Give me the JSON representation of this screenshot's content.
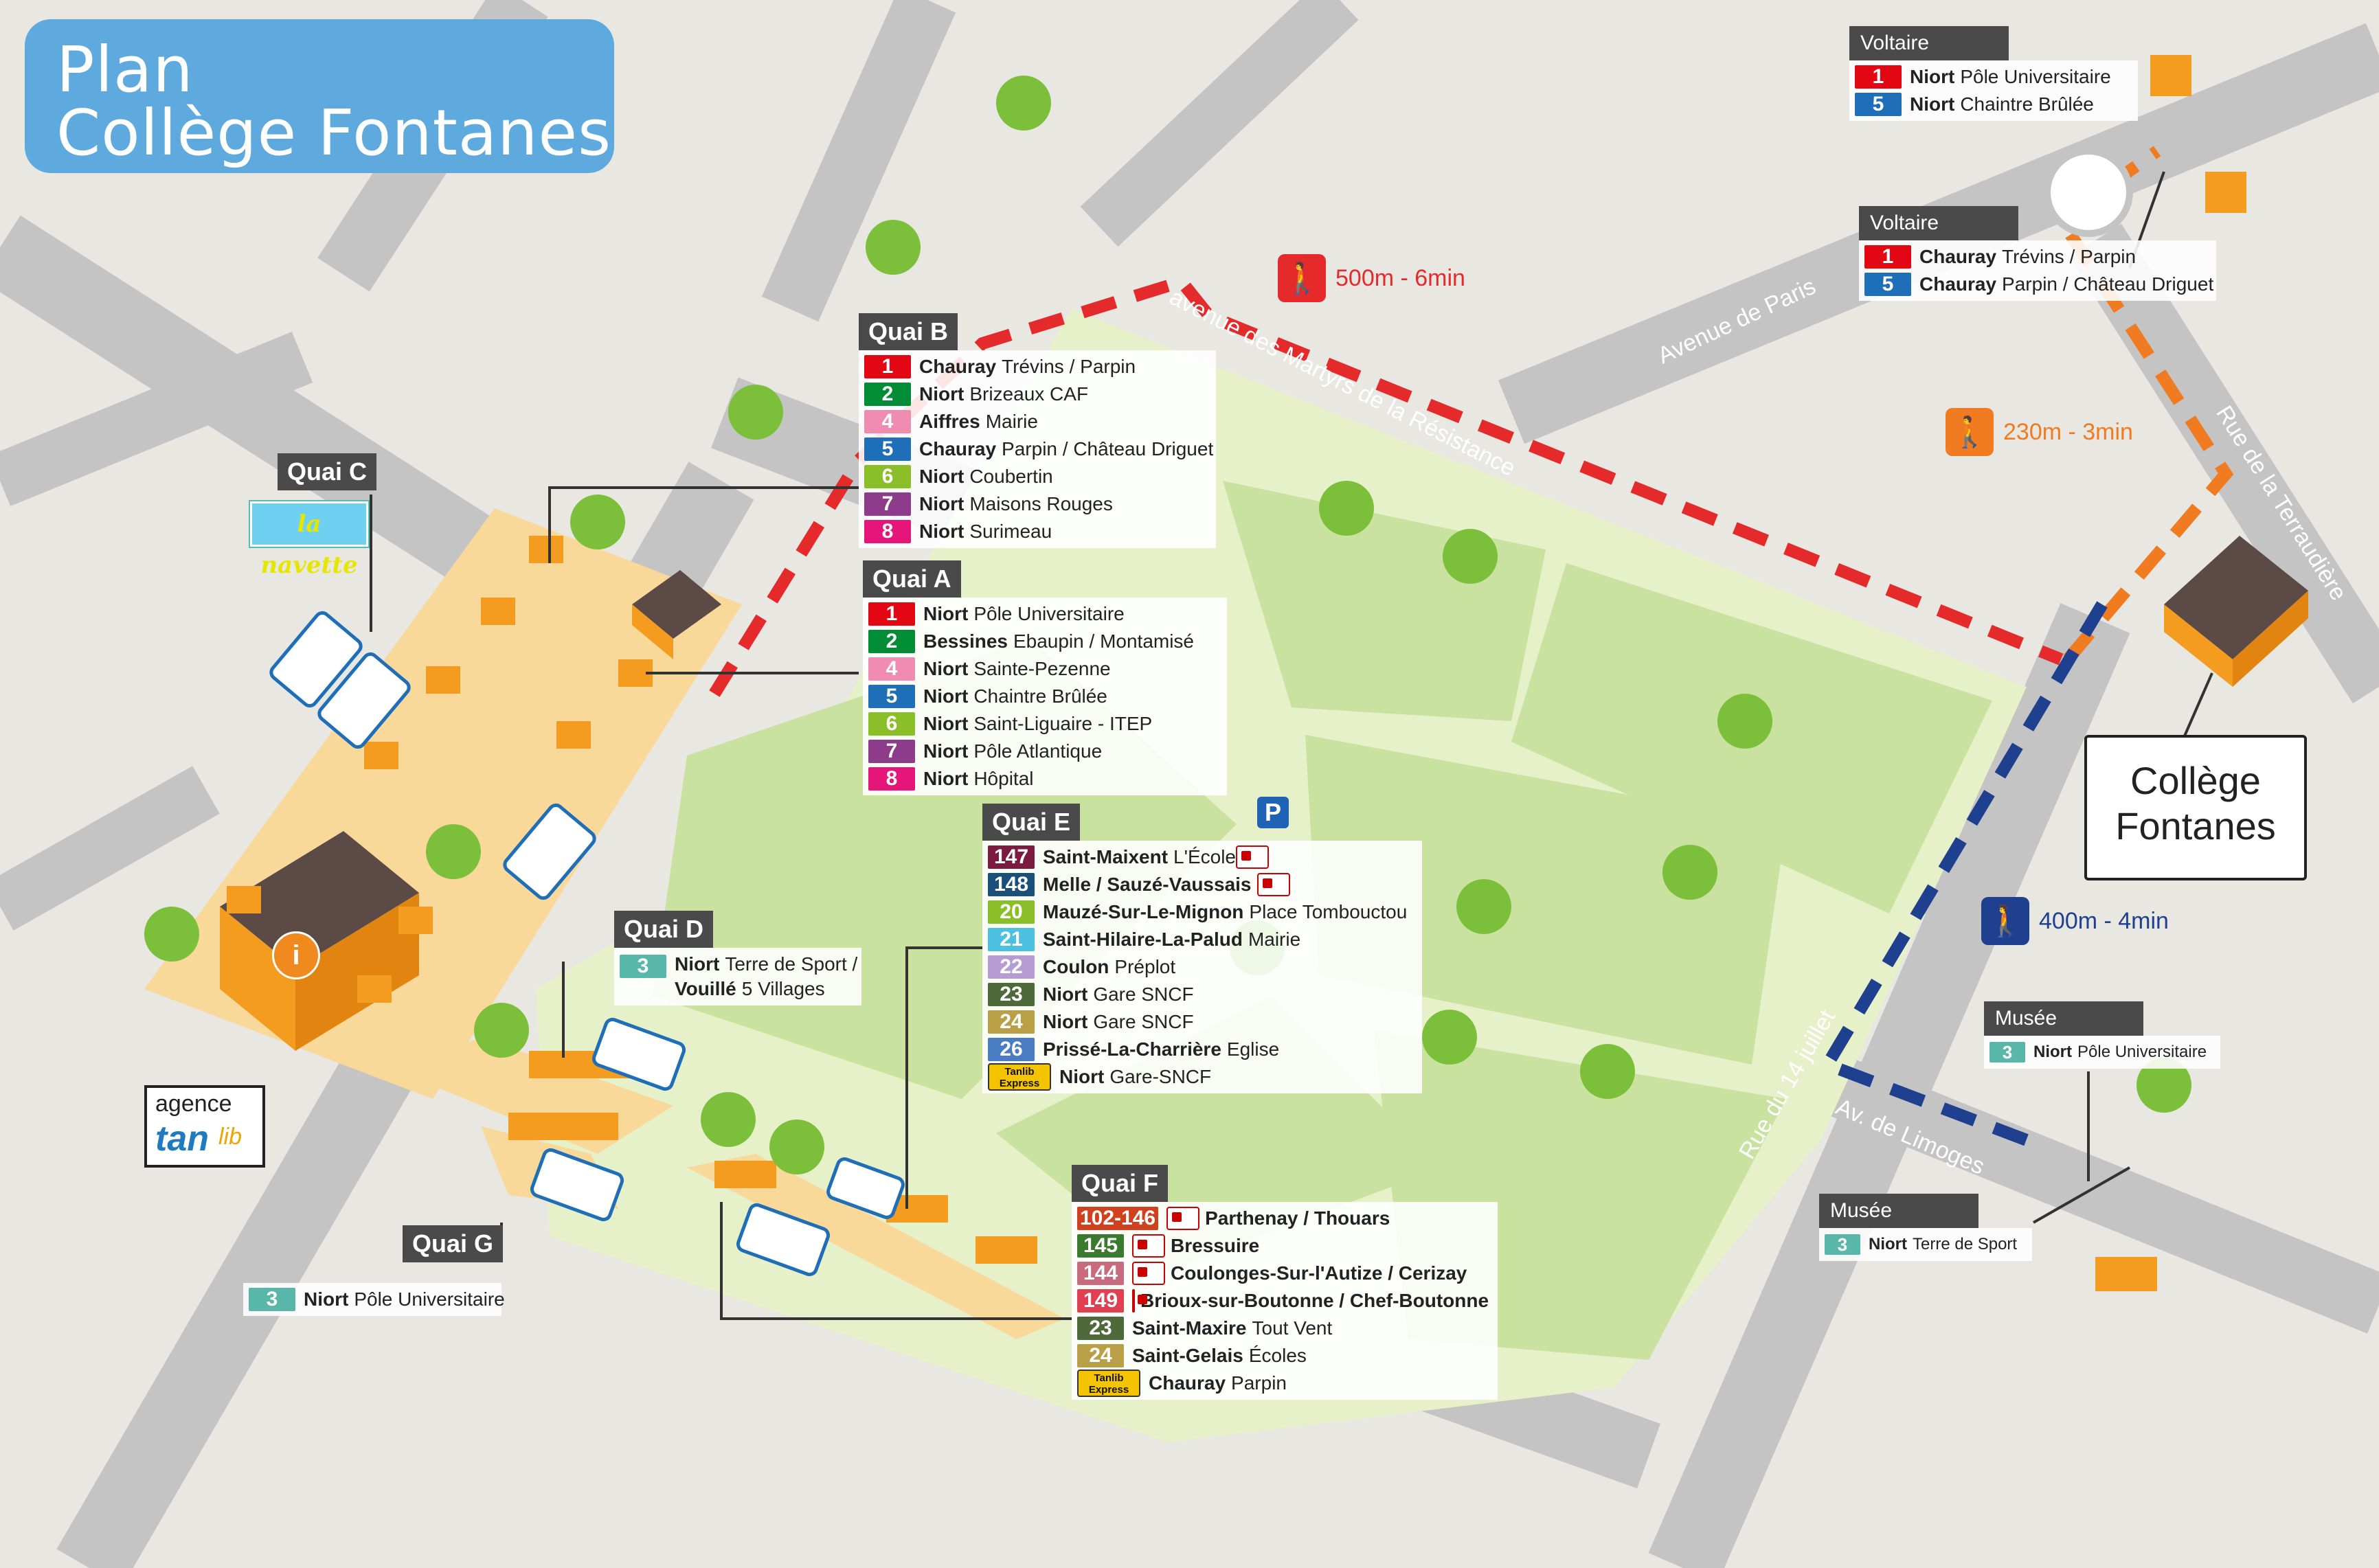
{
  "title": {
    "line1": "Plan",
    "line2": "Collège Fontanes"
  },
  "streets": {
    "martyrs": "avenue des Martyrs de la Résistance",
    "paris": "Avenue de Paris",
    "terraudiere": "Rue de la Terraudière",
    "juillet": "Rue du 14 juillet",
    "limoges": "Av. de Limoges"
  },
  "walks": [
    {
      "text": "500m - 6min",
      "color": "#e42a2a"
    },
    {
      "text": "230m - 3min",
      "color": "#f07b20"
    },
    {
      "text": "400m - 4min",
      "color": "#1f3f8f"
    }
  ],
  "colors": {
    "parc": "#c9e2a0",
    "parc_light": "#e6f0c9",
    "quai": "#f9d99a",
    "road": "#c4c4c4",
    "building_roof": "#5c4a46",
    "building_side": "#f39c1f",
    "shelter": "#f39c1f"
  },
  "navette": "la navette",
  "agence": {
    "line1": "agence",
    "line2": "tan",
    "line3": "lib"
  },
  "college": {
    "line1": "Collège",
    "line2": "Fontanes"
  },
  "parking": "P",
  "info": "i",
  "quai_b": {
    "name": "Quai B",
    "rows": [
      {
        "line": "1",
        "color": "#e30613",
        "city": "Chauray",
        "dest": "Trévins / Parpin"
      },
      {
        "line": "2",
        "color": "#008d36",
        "city": "Niort",
        "dest": "Brizeaux CAF"
      },
      {
        "line": "4",
        "color": "#f08cb0",
        "city": "Aiffres",
        "dest": "Mairie"
      },
      {
        "line": "5",
        "color": "#1f6fb8",
        "city": "Chauray",
        "dest": "Parpin / Château Driguet"
      },
      {
        "line": "6",
        "color": "#8bbf2a",
        "city": "Niort",
        "dest": "Coubertin"
      },
      {
        "line": "7",
        "color": "#8c3c8a",
        "city": "Niort",
        "dest": "Maisons Rouges"
      },
      {
        "line": "8",
        "color": "#e5157a",
        "city": "Niort",
        "dest": "Surimeau"
      }
    ]
  },
  "quai_a": {
    "name": "Quai A",
    "rows": [
      {
        "line": "1",
        "color": "#e30613",
        "city": "Niort",
        "dest": "Pôle Universitaire"
      },
      {
        "line": "2",
        "color": "#008d36",
        "city": "Bessines",
        "dest": "Ebaupin / Montamisé"
      },
      {
        "line": "4",
        "color": "#f08cb0",
        "city": "Niort",
        "dest": "Sainte-Pezenne"
      },
      {
        "line": "5",
        "color": "#1f6fb8",
        "city": "Niort",
        "dest": "Chaintre Brûlée"
      },
      {
        "line": "6",
        "color": "#8bbf2a",
        "city": "Niort",
        "dest": "Saint-Liguaire - ITEP"
      },
      {
        "line": "7",
        "color": "#8c3c8a",
        "city": "Niort",
        "dest": "Pôle Atlantique"
      },
      {
        "line": "8",
        "color": "#e5157a",
        "city": "Niort",
        "dest": "Hôpital"
      }
    ]
  },
  "quai_c": {
    "name": "Quai C"
  },
  "quai_d": {
    "name": "Quai D",
    "rows": [
      {
        "line": "3",
        "color": "#58b7a8",
        "city": "Niort",
        "dest": "Terre de Sport /",
        "city2": "Vouillé",
        "dest2": "5 Villages"
      }
    ]
  },
  "quai_e": {
    "name": "Quai E",
    "rows": [
      {
        "line": "147",
        "color": "#7b1b3f",
        "city": "Saint-Maixent",
        "dest": "L'École",
        "region": true
      },
      {
        "line": "148",
        "color": "#1a4f7a",
        "city": "Melle / Sauzé-Vaussais",
        "dest": "",
        "region": true
      },
      {
        "line": "20",
        "color": "#8bbf2a",
        "city": "Mauzé-Sur-Le-Mignon",
        "dest": "Place Tombouctou"
      },
      {
        "line": "21",
        "color": "#4cc0e0",
        "city": "Saint-Hilaire-La-Palud",
        "dest": "Mairie"
      },
      {
        "line": "22",
        "color": "#b79bd3",
        "city": "Coulon",
        "dest": "Préplot"
      },
      {
        "line": "23",
        "color": "#4f6a3a",
        "city": "Niort",
        "dest": "Gare SNCF"
      },
      {
        "line": "24",
        "color": "#b9a047",
        "city": "Niort",
        "dest": "Gare SNCF"
      },
      {
        "line": "26",
        "color": "#4a7cc4",
        "city": "Prissé-La-Charrière",
        "dest": "Eglise"
      }
    ],
    "express": {
      "label1": "Tanlib",
      "label2": "Express",
      "city": "Niort",
      "dest": "Gare-SNCF"
    }
  },
  "quai_f": {
    "name": "Quai F",
    "rows": [
      {
        "line": "102-146",
        "color": "#d2411e",
        "city": "Parthenay / Thouars",
        "dest": "",
        "region": true
      },
      {
        "line": "145",
        "color": "#3a7a2e",
        "city": "Bressuire",
        "dest": "",
        "region": true
      },
      {
        "line": "144",
        "color": "#c86b7e",
        "city": "Coulonges-Sur-l'Autize / Cerizay",
        "dest": "",
        "region": true
      },
      {
        "line": "149",
        "color": "#e04052",
        "city": "Brioux-sur-Boutonne / Chef-Boutonne",
        "dest": "",
        "region": true
      },
      {
        "line": "23",
        "color": "#4f6a3a",
        "city": "Saint-Maxire",
        "dest": "Tout Vent"
      },
      {
        "line": "24",
        "color": "#b9a047",
        "city": "Saint-Gelais",
        "dest": "Écoles"
      }
    ],
    "express": {
      "label1": "Tanlib",
      "label2": "Express",
      "city": "Chauray",
      "dest": "Parpin"
    }
  },
  "quai_g": {
    "name": "Quai G",
    "rows": [
      {
        "line": "3",
        "color": "#58b7a8",
        "city": "Niort",
        "dest": "Pôle Universitaire"
      }
    ]
  },
  "voltaire_1": {
    "name": "Voltaire",
    "rows": [
      {
        "line": "1",
        "color": "#e30613",
        "city": "Niort",
        "dest": "Pôle Universitaire"
      },
      {
        "line": "5",
        "color": "#1f6fb8",
        "city": "Niort",
        "dest": "Chaintre Brûlée"
      }
    ]
  },
  "voltaire_2": {
    "name": "Voltaire",
    "rows": [
      {
        "line": "1",
        "color": "#e30613",
        "city": "Chauray",
        "dest": "Trévins / Parpin"
      },
      {
        "line": "5",
        "color": "#1f6fb8",
        "city": "Chauray",
        "dest": "Parpin / Château Driguet"
      }
    ]
  },
  "musee_1": {
    "name": "Musée",
    "rows": [
      {
        "line": "3",
        "color": "#58b7a8",
        "city": "Niort",
        "dest": "Pôle Universitaire"
      }
    ]
  },
  "musee_2": {
    "name": "Musée",
    "rows": [
      {
        "line": "3",
        "color": "#58b7a8",
        "city": "Niort",
        "dest": "Terre de Sport"
      }
    ]
  }
}
